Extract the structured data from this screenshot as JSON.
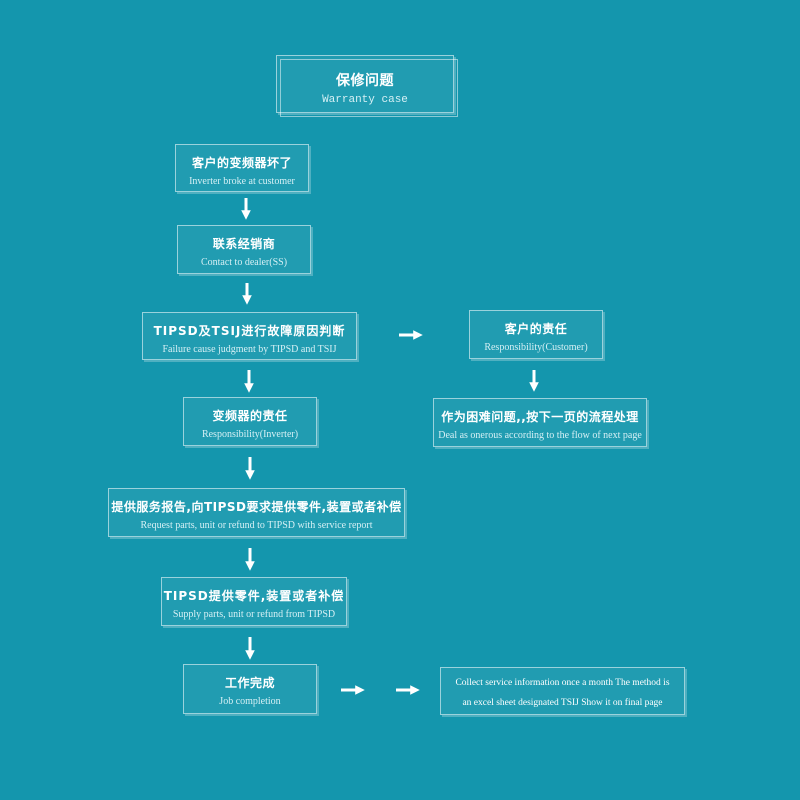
{
  "colors": {
    "background": "#1496ad",
    "box_border": "#ffffff",
    "arrow": "#ffffff"
  },
  "title": {
    "zh": "保修问题",
    "en": "Warranty case"
  },
  "steps": [
    {
      "zh": "客户的变频器坏了",
      "en": "Inverter broke at customer"
    },
    {
      "zh": "联系经销商",
      "en": "Contact to dealer(SS)"
    },
    {
      "zh": "TIPSD及TSIJ进行故障原因判断",
      "en": "Failure cause judgment by TIPSD and TSIJ"
    },
    {
      "zh": "客户的责任",
      "en": "Responsibility(Customer)"
    },
    {
      "zh": "变频器的责任",
      "en": "Responsibility(Inverter)"
    },
    {
      "zh": "作为困难问题,,按下一页的流程处理",
      "en": "Deal as onerous according to the flow of next page"
    },
    {
      "zh": "提供服务报告,向TIPSD要求提供零件,装置或者补偿",
      "en": "Request parts, unit or refund to TIPSD  with service report"
    },
    {
      "zh": "TIPSD提供零件,装置或者补偿",
      "en": "Supply parts, unit or refund from TIPSD"
    },
    {
      "zh": "工作完成",
      "en": "Job completion"
    }
  ],
  "note": {
    "line1": "Collect service information once a month The method is",
    "line2": "an excel sheet designated TSIJ Show it on final page"
  }
}
